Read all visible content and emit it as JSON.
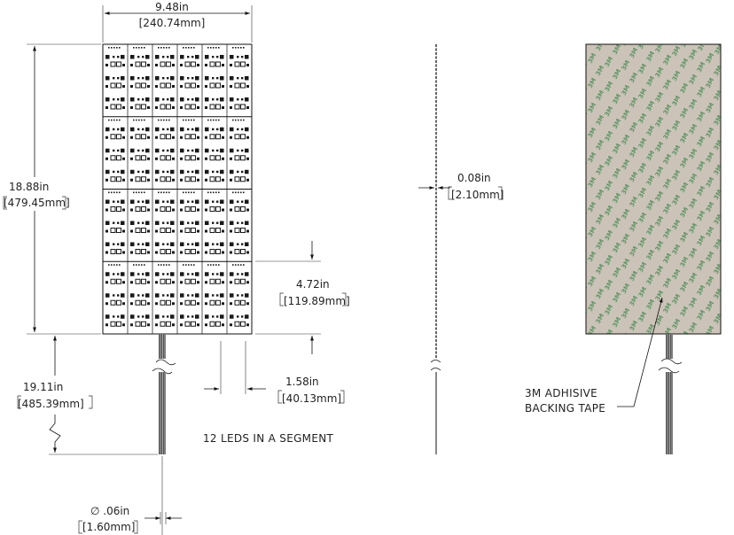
{
  "dimensions": {
    "width_in": "9.48in",
    "width_mm": "[240.74mm]",
    "height_in": "18.88in",
    "height_mm": "[479.45mm]",
    "thickness_in": "0.08in",
    "thickness_mm": "[2.10mm]",
    "segment_height_in": "4.72in",
    "segment_height_mm": "[119.89mm]",
    "column_width_in": "1.58in",
    "column_width_mm": "[40.13mm]",
    "lead_length_in": "19.11in",
    "lead_length_mm": "[485.39mm]",
    "wire_dia_in": "∅ .06in",
    "wire_dia_mm": "[1.60mm]"
  },
  "labels": {
    "segment_note": "12 LEDS IN A SEGMENT",
    "tape_line1": "3M ADHISIVE",
    "tape_line2": "BACKING TAPE"
  },
  "tape": {
    "text": "3M",
    "background": "#ccc3b8",
    "print_color": "#3f8a4e"
  },
  "colors": {
    "line": "#111111",
    "led": "#1a1a1a"
  }
}
